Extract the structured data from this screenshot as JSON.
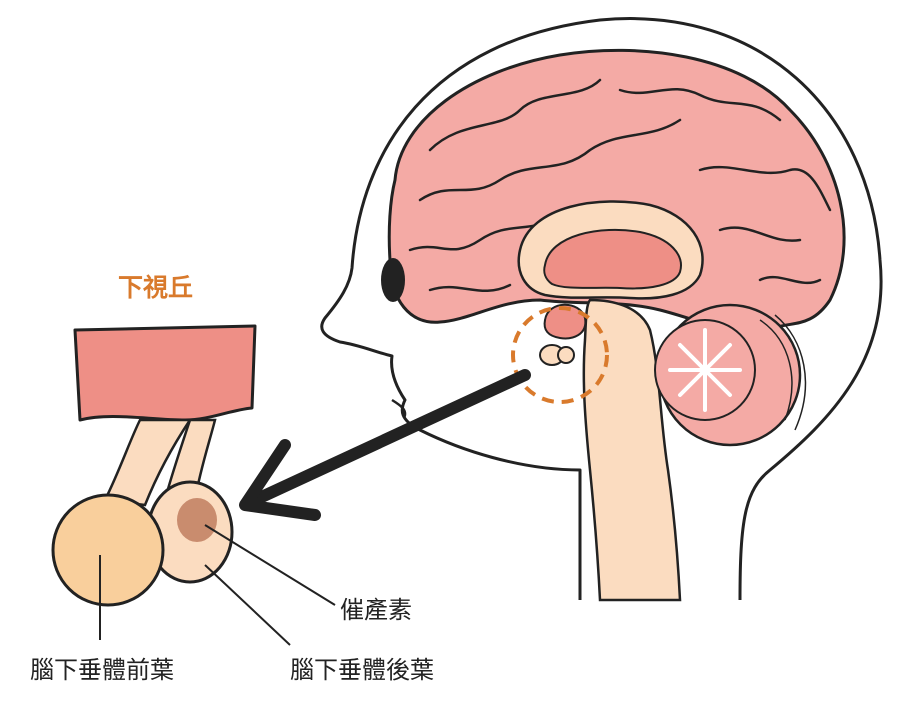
{
  "labels": {
    "hypothalamus": "下視丘",
    "oxytocin": "催產素",
    "anterior_pituitary": "腦下垂體前葉",
    "posterior_pituitary": "腦下垂體後葉"
  },
  "colors": {
    "outline": "#222222",
    "cortex": "#f4aaa5",
    "hypothalamus_fill": "#ee8f86",
    "brainstem": "#fbdcc0",
    "pituitary": "#f9cf9c",
    "oxytocin_spot": "#c98c6e",
    "highlight_orange": "#d97a2c"
  }
}
